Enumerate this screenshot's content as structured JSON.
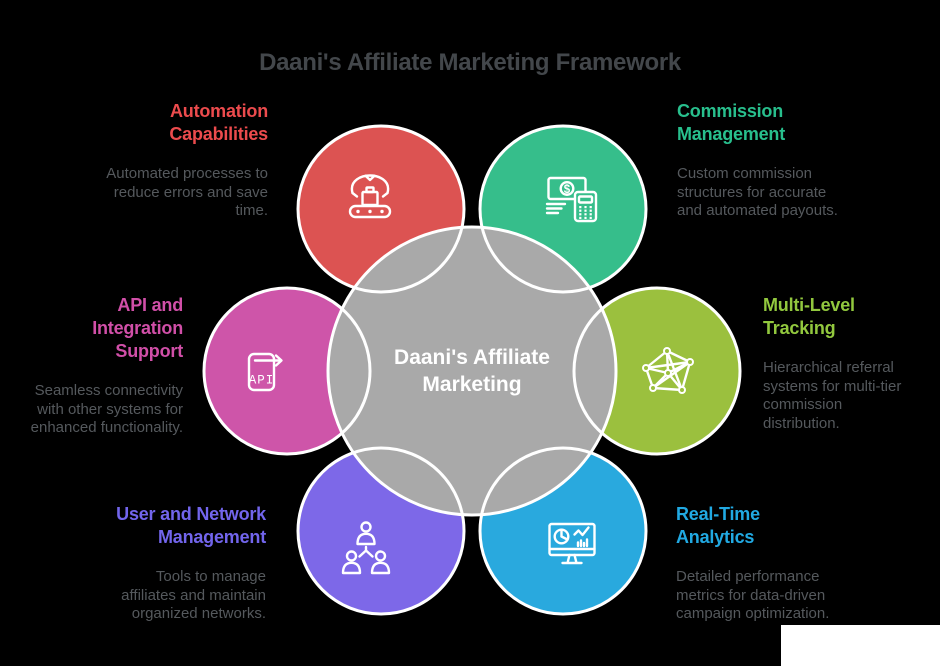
{
  "title": {
    "text": "Daani's Affiliate Marketing Framework",
    "color": "#43474B"
  },
  "background_color": "#000000",
  "circle_outline_color": "#FFFFFF",
  "description_color": "#55595D",
  "center": {
    "lines": [
      "Daani's Affiliate",
      "Marketing"
    ],
    "circle_color": "#A9A9A9",
    "text_color": "#FFFFFF"
  },
  "nodes": [
    {
      "id": "automation-capabilities",
      "heading_lines": [
        "Automation",
        "Capabilities"
      ],
      "description_lines": [
        "Automated processes to",
        "reduce errors and save",
        "time."
      ],
      "circle_color": "#DC5352",
      "heading_color": "#EC4B4D",
      "icon": "conveyor-belt-icon"
    },
    {
      "id": "commission-management",
      "heading_lines": [
        "Commission",
        "Management"
      ],
      "description_lines": [
        "Custom commission",
        "structures for accurate",
        "and automated payouts."
      ],
      "circle_color": "#36BE8B",
      "heading_color": "#28BF8D",
      "icon": "money-calculator-icon",
      "icon_text": "$"
    },
    {
      "id": "api-integration-support",
      "heading_lines": [
        "API and",
        "Integration",
        "Support"
      ],
      "description_lines": [
        "Seamless connectivity",
        "with other systems for",
        "enhanced functionality."
      ],
      "circle_color": "#CE55A9",
      "heading_color": "#D14FA8",
      "icon": "api-document-icon",
      "icon_text": "API"
    },
    {
      "id": "multi-level-tracking",
      "heading_lines": [
        "Multi-Level",
        "Tracking"
      ],
      "description_lines": [
        "Hierarchical referral",
        "systems for multi-tier",
        "commission",
        "distribution."
      ],
      "circle_color": "#9BC03E",
      "heading_color": "#92C83E",
      "icon": "network-mesh-icon"
    },
    {
      "id": "user-network-management",
      "heading_lines": [
        "User and Network",
        "Management"
      ],
      "description_lines": [
        "Tools to manage",
        "affiliates and maintain",
        "organized networks."
      ],
      "circle_color": "#7D68E8",
      "heading_color": "#7265EC",
      "icon": "people-hierarchy-icon"
    },
    {
      "id": "real-time-analytics",
      "heading_lines": [
        "Real-Time",
        "Analytics"
      ],
      "description_lines": [
        "Detailed performance",
        "metrics for data-driven",
        "campaign optimization."
      ],
      "circle_color": "#29A9DE",
      "heading_color": "#21A9E2",
      "icon": "analytics-monitor-icon"
    }
  ]
}
